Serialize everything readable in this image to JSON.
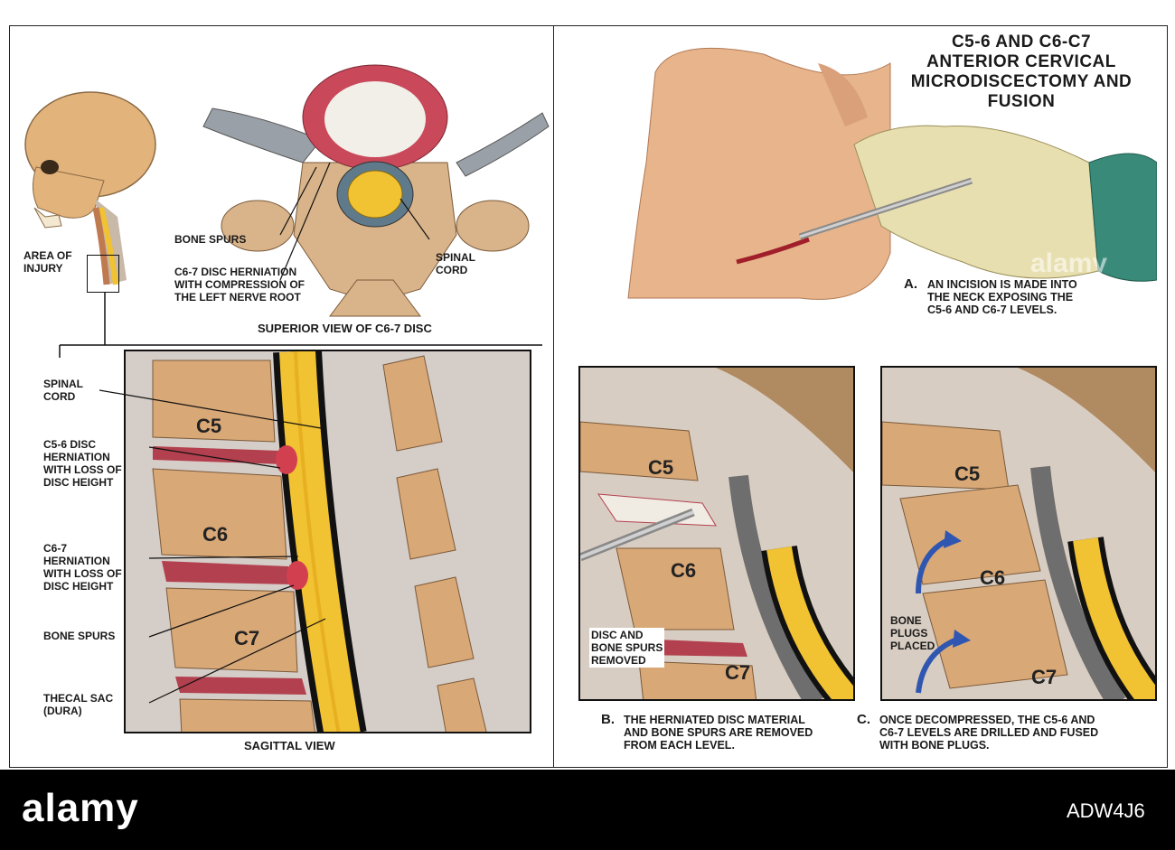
{
  "title": "C5-6 AND C6-C7\nANTERIOR CERVICAL\nMICRODISCECTOMY AND\nFUSION",
  "left": {
    "area_of_injury": "AREA OF\nINJURY",
    "bone_spurs_top": "BONE SPURS",
    "herniation_top": "C6-7 DISC HERNIATION\nWITH COMPRESSION OF\nTHE LEFT NERVE ROOT",
    "spinal_cord_top": "SPINAL\nCORD",
    "superior_view": "SUPERIOR VIEW OF C6-7 DISC",
    "sagittal_labels": {
      "spinal_cord": "SPINAL\nCORD",
      "c56": "C5-6 DISC\nHERNIATION\nWITH LOSS OF\nDISC HEIGHT",
      "c67": "C6-7\nHERNIATION\nWITH LOSS OF\nDISC HEIGHT",
      "bone_spurs": "BONE SPURS",
      "thecal_sac": "THECAL SAC\n(DURA)"
    },
    "sagittal_view": "SAGITTAL VIEW",
    "vertebrae": [
      "C5",
      "C6",
      "C7"
    ]
  },
  "right": {
    "caption_a_letter": "A.",
    "caption_a": "AN INCISION IS MADE INTO\nTHE NECK EXPOSING THE\nC5-6 AND C6-7 LEVELS.",
    "caption_b_letter": "B.",
    "caption_b": "THE HERNIATED DISC MATERIAL\nAND BONE SPURS ARE REMOVED\nFROM EACH LEVEL.",
    "caption_c_letter": "C.",
    "caption_c": "ONCE DECOMPRESSED, THE C5-6 AND\nC6-7 LEVELS ARE DRILLED AND FUSED\nWITH BONE PLUGS.",
    "disc_removed": "DISC AND\nBONE SPURS\nREMOVED",
    "bone_plugs": "BONE\nPLUGS\nPLACED",
    "vertebrae": [
      "C5",
      "C6",
      "C7"
    ]
  },
  "watermark": "alamy",
  "footer": {
    "logo": "alamy",
    "image_id": "ADW4J6"
  },
  "colors": {
    "bone": "#d9b48a",
    "bone_dark": "#a87e55",
    "disc": "#c9485a",
    "cord": "#f1c232",
    "cord_outline": "#1a1a1a",
    "skin": "#e7b48b",
    "glove": "#e8dfb0",
    "arrow": "#2f56b0",
    "footer_bg": "#000000"
  }
}
